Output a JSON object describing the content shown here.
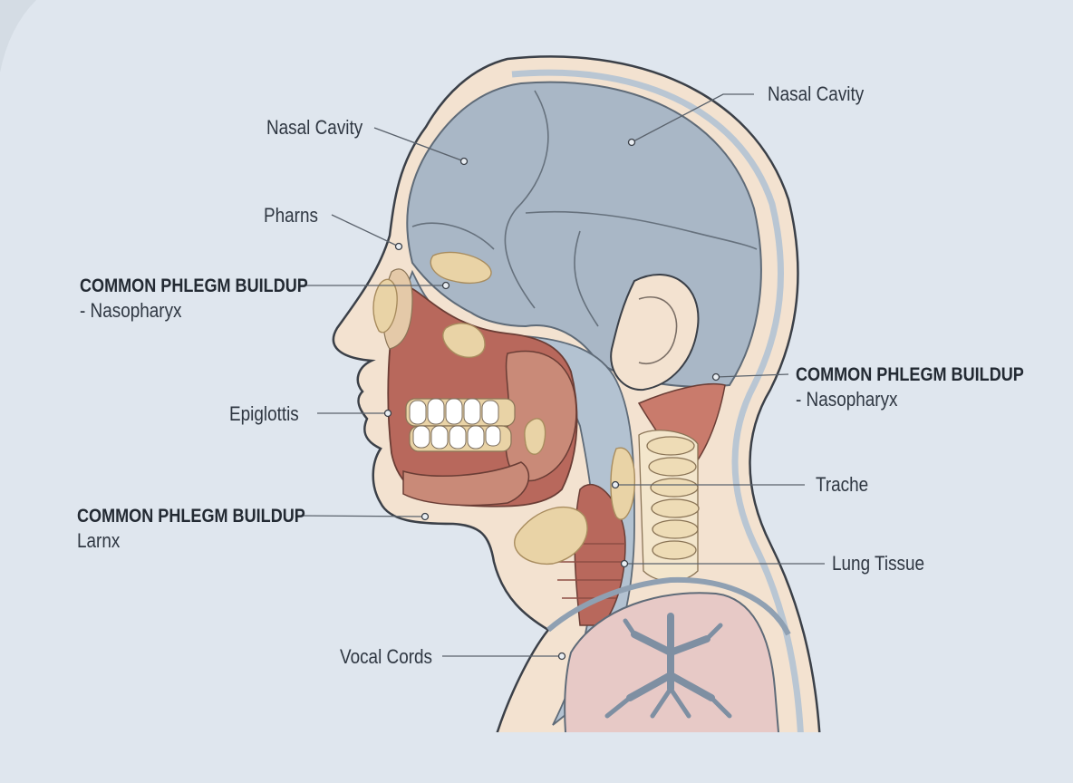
{
  "labels": {
    "nasal_cavity_left": "Nasal Cavity",
    "nasal_cavity_right": "Nasal Cavity",
    "pharns": "Pharns",
    "buildup_left_1": {
      "heading": "COMMON PHLEGM BUILDUP",
      "sub": "- Nasopharyx"
    },
    "epiglottis": "Epiglottis",
    "buildup_left_2": {
      "heading": "COMMON PHLEGM BUILDUP",
      "sub": "Larnx"
    },
    "vocal_cords": "Vocal Cords",
    "buildup_right": {
      "heading": "COMMON PHLEGM BUILDUP",
      "sub": "- Nasopharyx"
    },
    "trache": "Trache",
    "lung_tissue": "Lung Tissue"
  },
  "colors": {
    "background": "#dfe6ee",
    "skin": "#f3e2d0",
    "cavity": "#a9b7c6",
    "airway": "#b3c2d1",
    "muscle": "#b8685c",
    "tissue": "#c98a78",
    "phlegm": "#e9d3a6",
    "vertebra": "#eedcb6",
    "lung": "#e7c9c6",
    "outline": "#3b4048",
    "leader": "#5a626c"
  }
}
